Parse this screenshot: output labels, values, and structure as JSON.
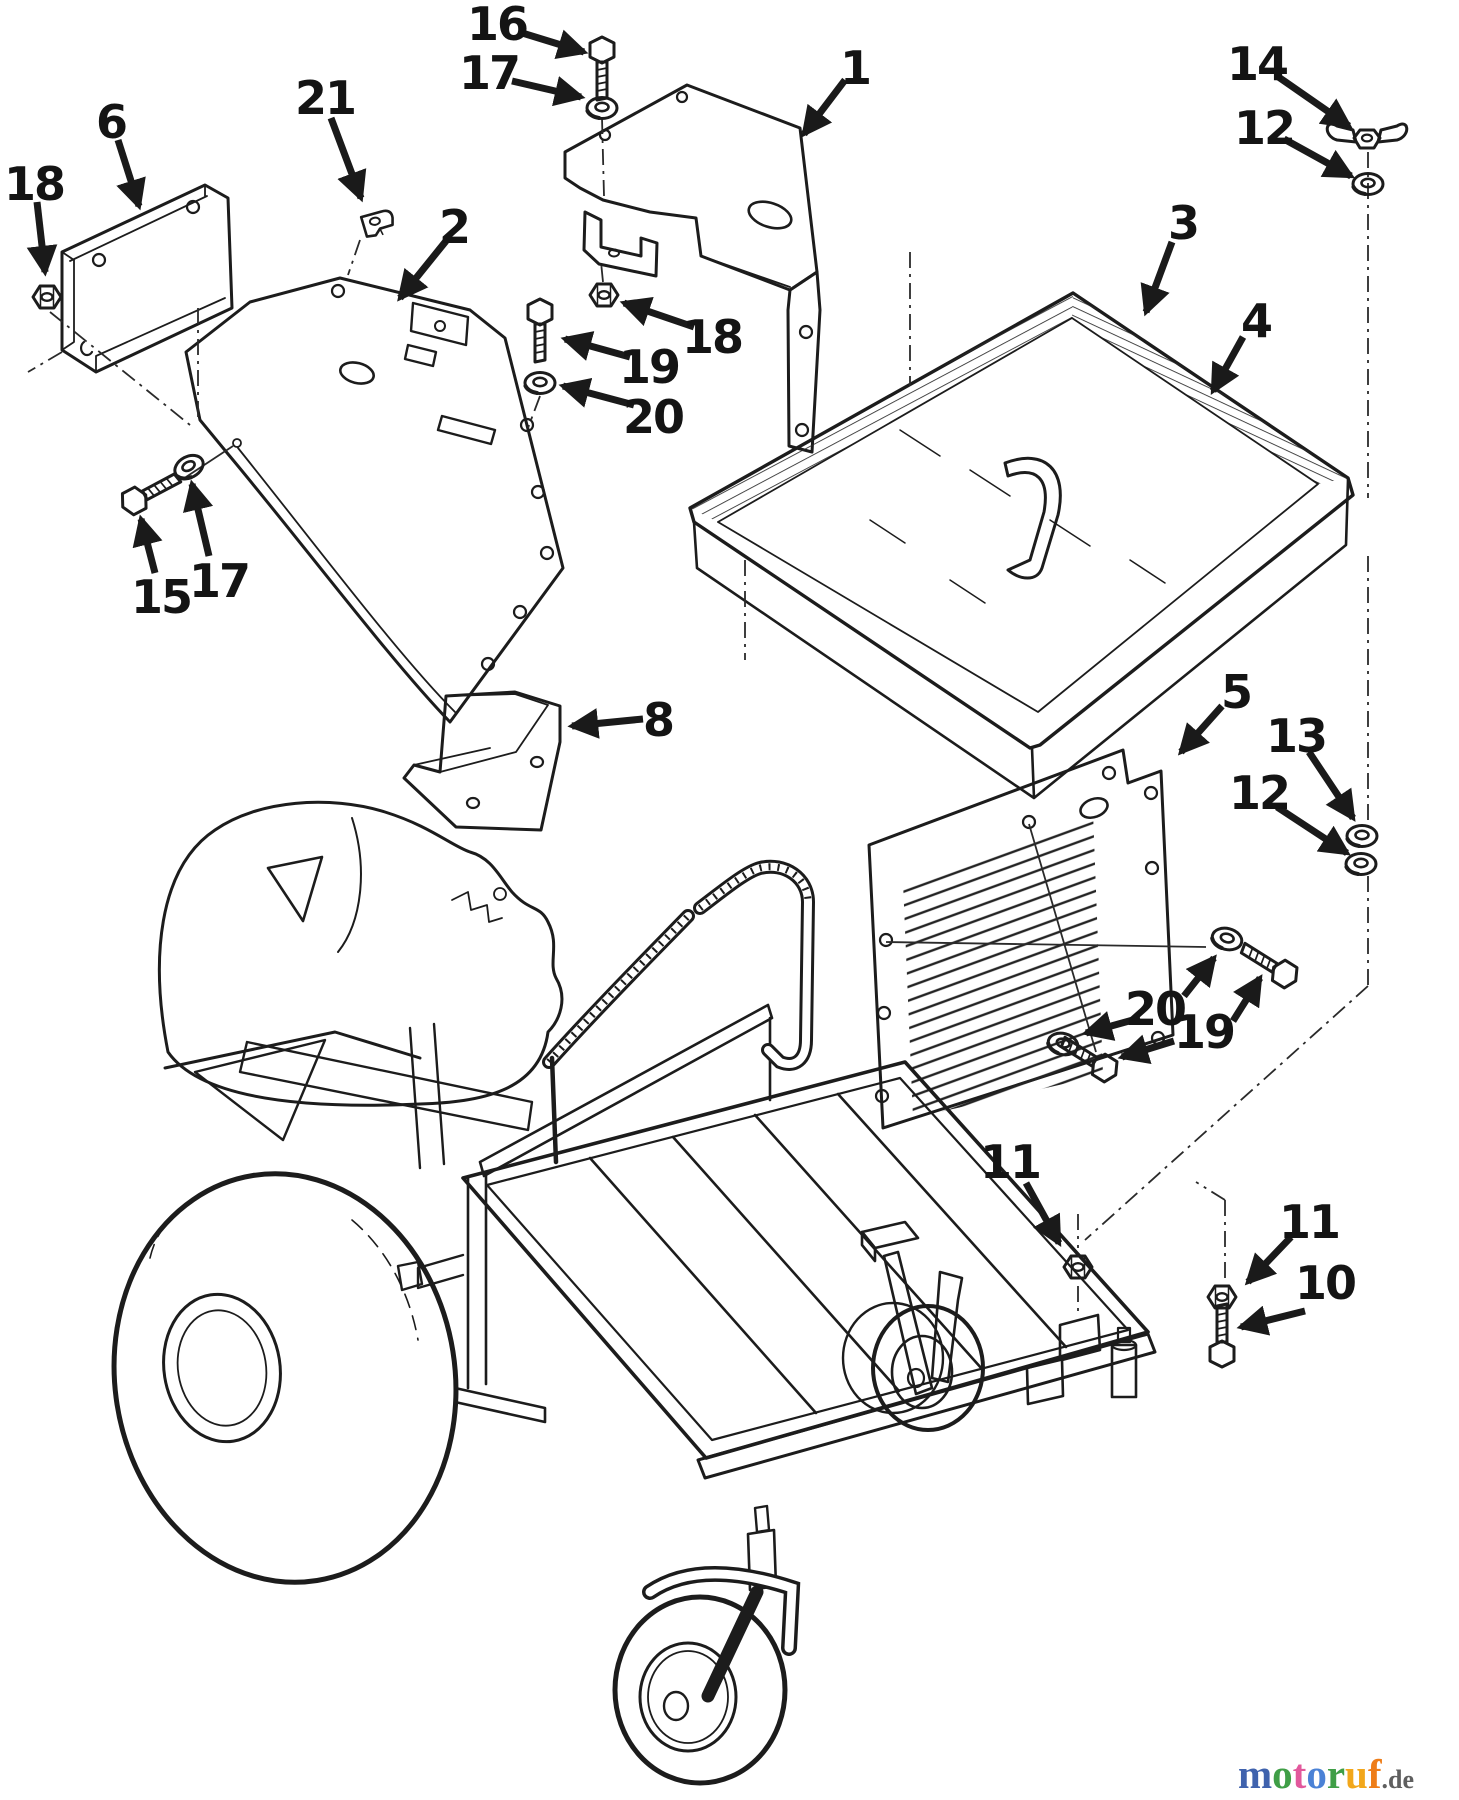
{
  "diagram": {
    "background": "#ffffff",
    "ink_color": "#1c1c1c",
    "type": "exploded-parts-diagram",
    "callouts": [
      {
        "label": "16"
      },
      {
        "label": "17"
      },
      {
        "label": "1"
      },
      {
        "label": "14"
      },
      {
        "label": "12"
      },
      {
        "label": "6"
      },
      {
        "label": "21"
      },
      {
        "label": "18"
      },
      {
        "label": "2"
      },
      {
        "label": "19"
      },
      {
        "label": "20"
      },
      {
        "label": "18"
      },
      {
        "label": "15"
      },
      {
        "label": "17"
      },
      {
        "label": "8"
      },
      {
        "label": "3"
      },
      {
        "label": "4"
      },
      {
        "label": "5"
      },
      {
        "label": "13"
      },
      {
        "label": "12"
      },
      {
        "label": "20"
      },
      {
        "label": "19"
      },
      {
        "label": "11"
      },
      {
        "label": "11"
      },
      {
        "label": "10"
      }
    ],
    "watermark": {
      "letters": [
        {
          "char": "m",
          "color": "#3f62ad"
        },
        {
          "char": "o",
          "color": "#3f9e46"
        },
        {
          "char": "t",
          "color": "#e2589c"
        },
        {
          "char": "o",
          "color": "#4b82d6"
        },
        {
          "char": "r",
          "color": "#3f9e46"
        },
        {
          "char": "u",
          "color": "#f2a71b"
        },
        {
          "char": "f",
          "color": "#ee7d18"
        }
      ],
      "suffix": ".de",
      "suffix_color": "#5f5f5f"
    }
  }
}
